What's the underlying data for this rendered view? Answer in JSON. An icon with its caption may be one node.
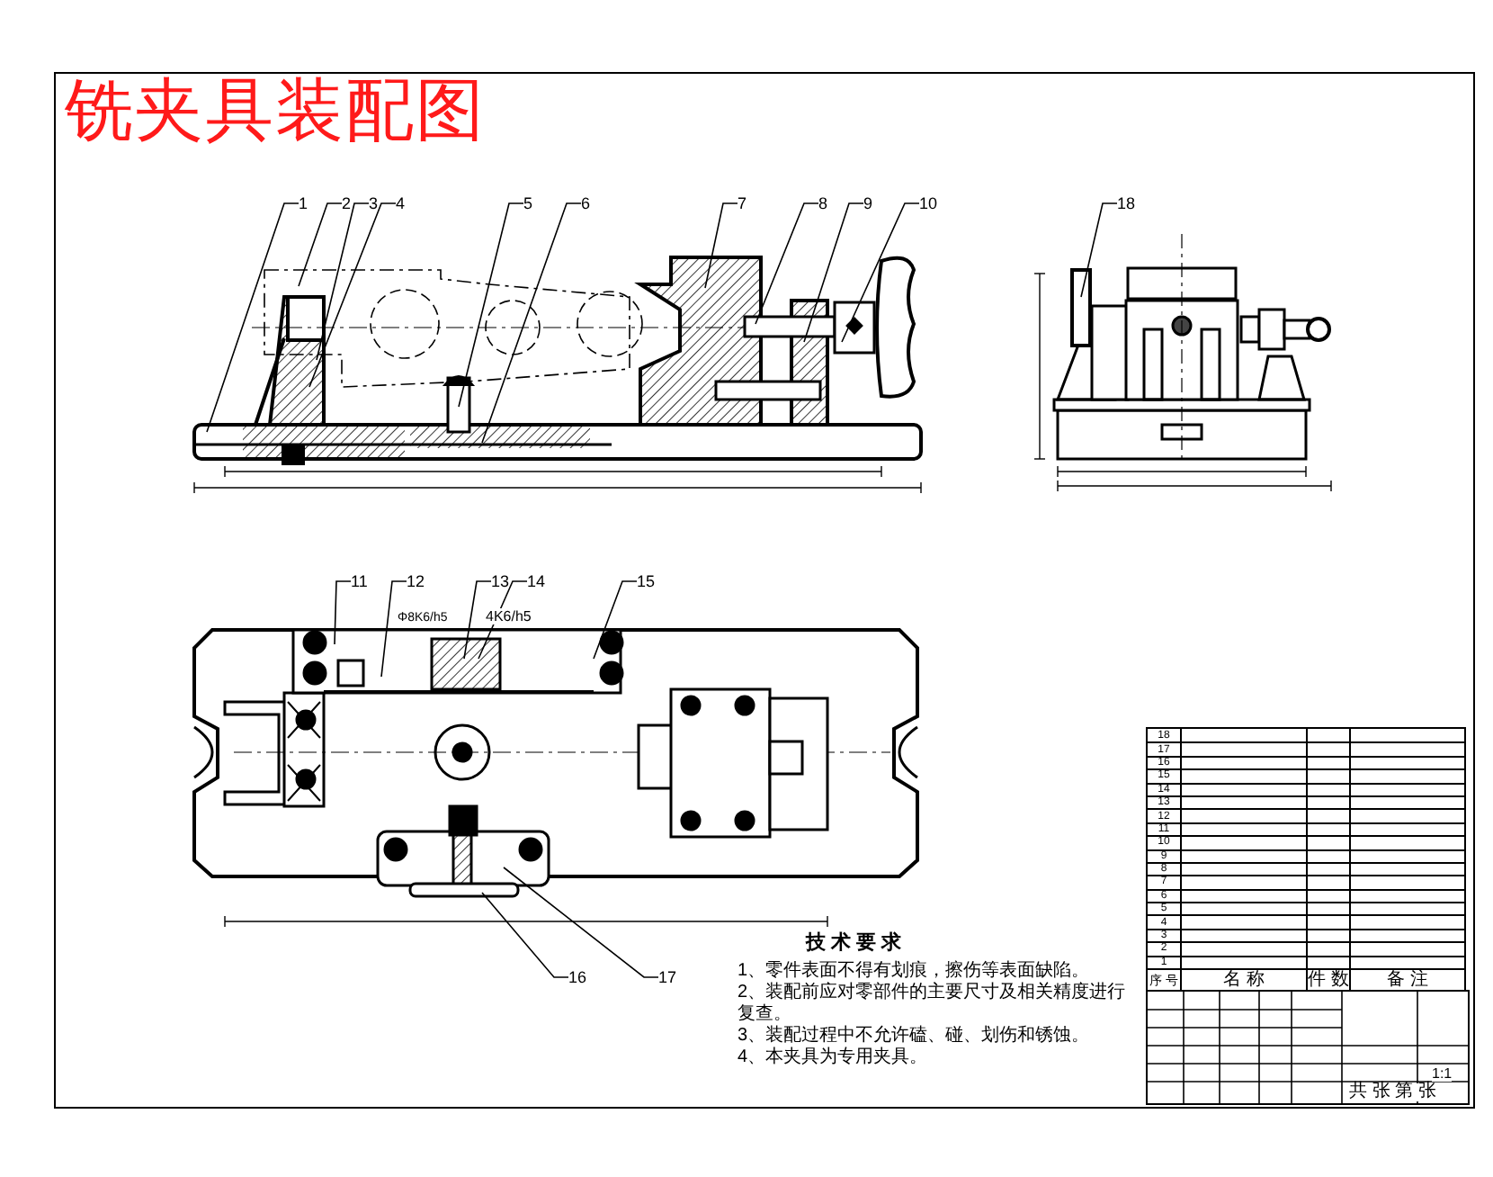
{
  "diagram": {
    "title": "铣夹具装配图",
    "nodes": [
      {
        "text": [
          "1"
        ]
      },
      {
        "text": [
          "2"
        ]
      },
      {
        "text": [
          "3"
        ]
      },
      {
        "text": [
          "4"
        ]
      },
      {
        "text": [
          "5"
        ]
      },
      {
        "text": [
          "6"
        ]
      },
      {
        "text": [
          "7"
        ]
      },
      {
        "text": [
          "8"
        ]
      },
      {
        "text": [
          "9"
        ]
      },
      {
        "text": [
          "10"
        ]
      },
      {
        "text": [
          "18"
        ]
      },
      {
        "text": [
          "11"
        ]
      },
      {
        "text": [
          "12"
        ]
      },
      {
        "text": [
          "13"
        ]
      },
      {
        "text": [
          "14"
        ]
      },
      {
        "text": [
          "15"
        ]
      },
      {
        "text": [
          "16"
        ]
      },
      {
        "text": [
          "17"
        ]
      }
    ],
    "edges": [
      {
        "from": 0,
        "to": null,
        "arrow": "none"
      },
      {
        "from": 1,
        "to": null,
        "arrow": "none"
      },
      {
        "from": 2,
        "to": null,
        "arrow": "none"
      },
      {
        "from": 3,
        "to": null,
        "arrow": "none"
      },
      {
        "from": 4,
        "to": null,
        "arrow": "none"
      },
      {
        "from": 5,
        "to": null,
        "arrow": "none"
      },
      {
        "from": 6,
        "to": null,
        "arrow": "none"
      },
      {
        "from": 7,
        "to": null,
        "arrow": "none"
      },
      {
        "from": 8,
        "to": null,
        "arrow": "none"
      },
      {
        "from": 9,
        "to": null,
        "arrow": "none"
      },
      {
        "from": 10,
        "to": null,
        "arrow": "none"
      },
      {
        "from": 11,
        "to": null,
        "arrow": "none"
      },
      {
        "from": 12,
        "to": null,
        "arrow": "none"
      },
      {
        "from": 13,
        "to": null,
        "arrow": "none"
      },
      {
        "from": 14,
        "to": null,
        "arrow": "none"
      },
      {
        "from": 15,
        "to": null,
        "arrow": "none"
      },
      {
        "from": 16,
        "to": null,
        "arrow": "none"
      },
      {
        "from": 17,
        "to": null,
        "arrow": "none"
      }
    ],
    "labels": [
      "Φ8K6/h5",
      "4K6/h5",
      "技 术 要 求",
      "1、零件表面不得有划痕，擦伤等表面缺陷。",
      "2、装配前应对零部件的主要尺寸及相关精度进行复查。",
      "3、装配过程中不允许磕、碰、划伤和锈蚀。",
      "4、本夹具为专用夹具。",
      "18",
      "17",
      "16",
      "15",
      "14",
      "13",
      "12",
      "11",
      "10",
      "9",
      "8",
      "7",
      "6",
      "5",
      "4",
      "3",
      "2",
      "1",
      "序 号",
      "名 称",
      "件 数",
      "备 注",
      "共 张 第 张",
      "1:1"
    ]
  }
}
